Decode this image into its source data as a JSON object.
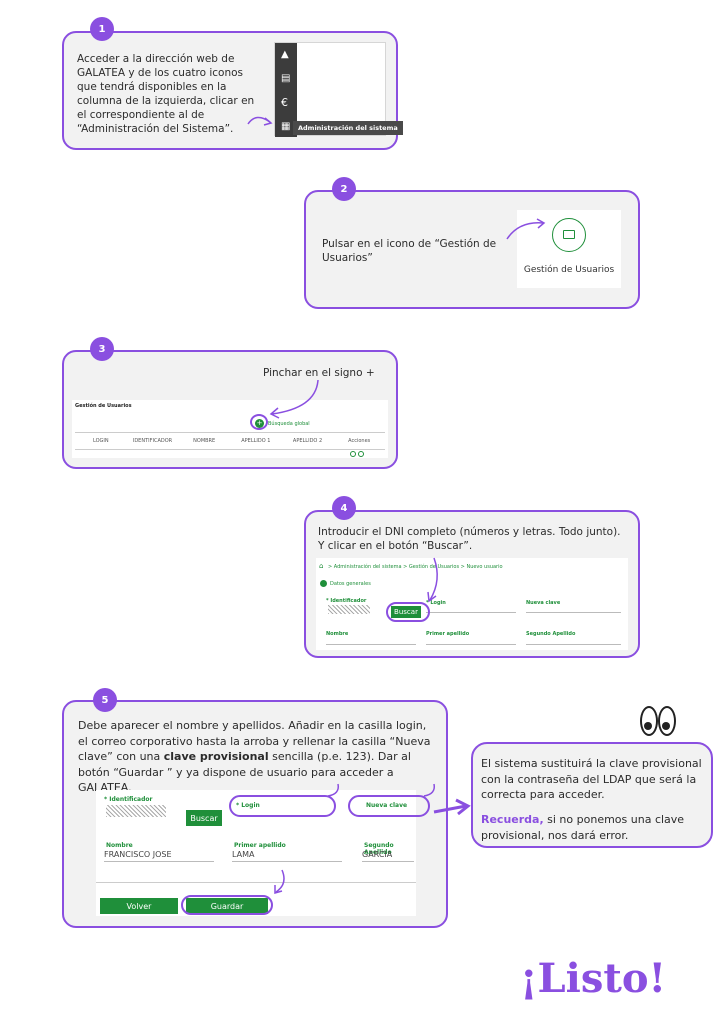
{
  "steps": [
    {
      "number": "1",
      "text": "Acceder a la dirección web de GALATEA y de los cuatro iconos que tendrá disponibles en la columna de la izquierda, clicar en el correspondiente al de “Administración del Sistema”."
    },
    {
      "number": "2",
      "text": "Pulsar en el icono de “Gestión de Usuarios”"
    },
    {
      "number": "3",
      "text": "Pinchar en el signo +"
    },
    {
      "number": "4",
      "text": "Introducir el DNI completo (números y letras. Todo junto). Y clicar en el botón “Buscar”."
    },
    {
      "number": "5",
      "text_pre": "Debe aparecer el nombre y apellidos. Añadir en la casilla login, el correo corporativo hasta la arroba y rellenar la casilla “Nueva clave” con una ",
      "text_bold": "clave provisional",
      "text_post": " sencilla (p.e. 123). Dar al botón “Guardar ” y ya dispone de usuario para acceder a GALATEA."
    }
  ],
  "step1_shot": {
    "menu_label": "Administración del sistema"
  },
  "step2_shot": {
    "label": "Gestión de Usuarios"
  },
  "step3_shot": {
    "title": "Gestión de Usuarios",
    "search_label": "Búsqueda global",
    "columns": [
      "LOGIN",
      "IDENTIFICADOR",
      "NOMBRE",
      "APELLIDO 1",
      "APELLIDO 2",
      "Acciones"
    ]
  },
  "step4_shot": {
    "breadcrumb": "> Administración del sistema > Gestión de Usuarios > Nuevo usuario",
    "section": "Datos generales",
    "identificador_label": "* Identificador",
    "login_label": "* Login",
    "nueva_clave_label": "Nueva clave",
    "buscar": "Buscar",
    "nombre_label": "Nombre",
    "primer_label": "Primer apellido",
    "segundo_label": "Segundo Apellido"
  },
  "step5_shot": {
    "identificador_label": "* Identificador",
    "login_label": "* Login",
    "nueva_clave_label": "Nueva clave",
    "buscar": "Buscar",
    "nombre_label": "Nombre",
    "nombre_value": "FRANCISCO JOSE",
    "primer_label": "Primer apellido",
    "primer_value": "LAMA",
    "segundo_label": "Segundo Apellido",
    "segundo_value": "GARCIA",
    "volver": "Volver",
    "guardar": "Guardar"
  },
  "note": {
    "text1": "El sistema sustituirá la clave provisional con la contraseña del LDAP que será la correcta para acceder.",
    "bold": "Recuerda,",
    "text2": " si no ponemos una clave provisional, nos dará error."
  },
  "final": "¡Listo!",
  "colors": {
    "accent": "#8a4fe0",
    "green": "#1f8f3a"
  }
}
